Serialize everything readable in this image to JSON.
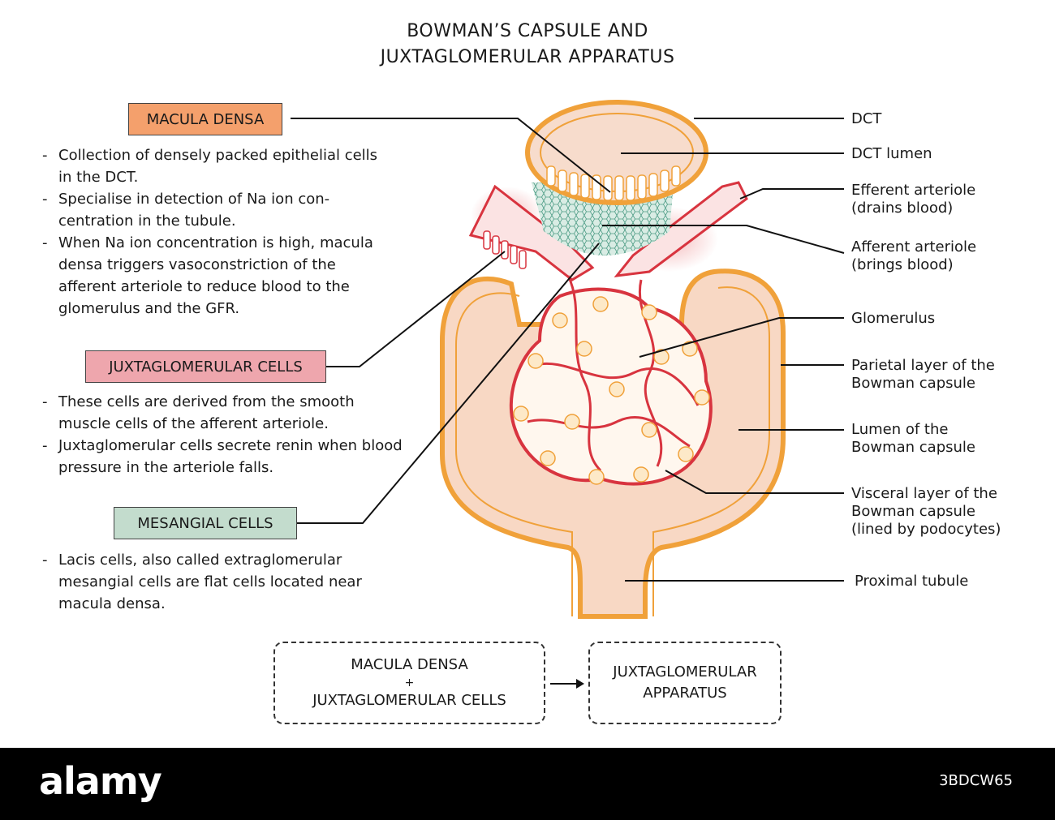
{
  "title": {
    "line1": "BOWMAN’S CAPSULE AND",
    "line2": "JUXTAGLOMERULAR APPARATUS"
  },
  "colors": {
    "macula": "#f4a06c",
    "juxta": "#eea6ad",
    "mesangial": "#c3dccd",
    "capsule": "#f0a13a",
    "vessel": "#d8343f",
    "fill": "#f8d8c4"
  },
  "sections": {
    "macula": {
      "label": "MACULA DENSA",
      "bullets": [
        "Collection of densely packed epithelial cells in the DCT.",
        "Specialise in detection of Na ion con- centration in the tubule.",
        "When Na ion concentration is high, macula densa triggers vasoconstriction of the afferent arteriole to reduce blood to the glomerulus and the GFR."
      ]
    },
    "juxta": {
      "label": "JUXTAGLOMERULAR CELLS",
      "bullets": [
        "These cells are derived from the smooth muscle cells of the afferent arteriole.",
        "Juxtaglomerular cells secrete renin when blood pressure in the arteriole falls."
      ]
    },
    "mesangial": {
      "label": "MESANGIAL CELLS",
      "bullets": [
        "Lacis cells, also called extraglomerular mesangial cells are flat cells located near macula densa."
      ]
    }
  },
  "labels": {
    "dct": "DCT",
    "dct_lumen": "DCT lumen",
    "efferent_1": "Efferent arteriole",
    "efferent_2": "(drains blood)",
    "afferent_1": "Afferent arteriole",
    "afferent_2": "(brings blood)",
    "glomerulus": "Glomerulus",
    "parietal_1": "Parietal layer of the",
    "parietal_2": "Bowman capsule",
    "lumen_1": "Lumen of the",
    "lumen_2": "Bowman capsule",
    "visceral_1": "Visceral layer of the",
    "visceral_2": "Bowman capsule",
    "visceral_3": "(lined by podocytes)",
    "proximal": "Proximal tubule"
  },
  "equation": {
    "left_1": "MACULA DENSA",
    "plus": "+",
    "left_2": "JUXTAGLOMERULAR CELLS",
    "right_1": "JUXTAGLOMERULAR",
    "right_2": "APPARATUS"
  },
  "footer": {
    "brand": "alamy",
    "code": "3BDCW65"
  }
}
